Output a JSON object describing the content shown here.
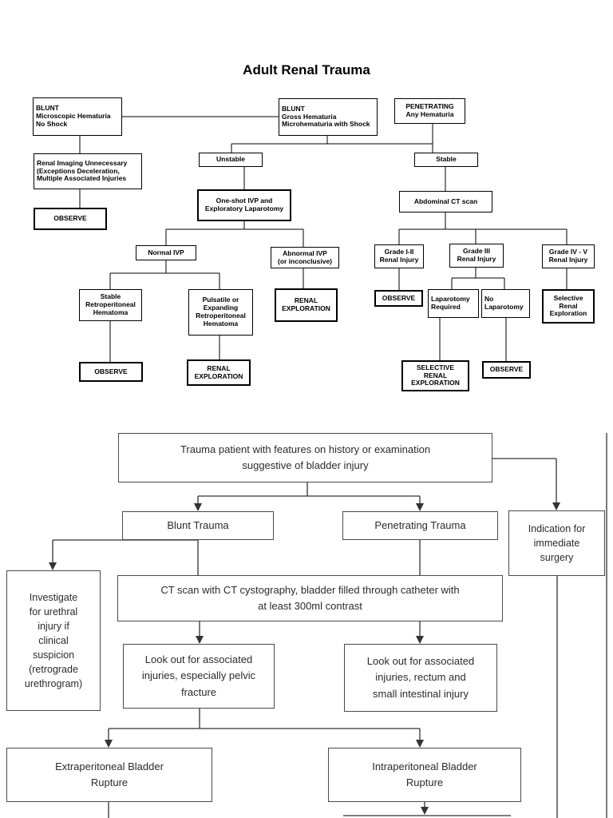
{
  "renal": {
    "title": "Adult Renal Trauma",
    "blunt_micro": {
      "lines": [
        "BLUNT",
        "Microscopic Hematuria",
        "No Shock"
      ]
    },
    "blunt_gross": {
      "lines": [
        "BLUNT",
        "Gross Hematuria",
        "Microhematuria with Shock"
      ]
    },
    "penetrating": {
      "lines": [
        "PENETRATING",
        "Any Hematuria"
      ]
    },
    "imaging_unnecessary": {
      "lines": [
        "Renal Imaging Unnecessary",
        "(Exceptions Deceleration,",
        "Multiple Associated Injuries"
      ]
    },
    "observe_1": "OBSERVE",
    "unstable": "Unstable",
    "stable": "Stable",
    "one_shot_ivp": {
      "lines": [
        "One-shot IVP and",
        "Exploratory Laparotomy"
      ]
    },
    "abdominal_ct": "Abdominal CT scan",
    "normal_ivp": "Normal IVP",
    "abnormal_ivp": {
      "lines": [
        "Abnormal IVP",
        "(or inconclusive)"
      ]
    },
    "grade_1_2": {
      "lines": [
        "Grade I-II",
        "Renal Injury"
      ]
    },
    "grade_3": {
      "lines": [
        "Grade III",
        "Renal Injury"
      ]
    },
    "grade_4_5": {
      "lines": [
        "Grade IV - V",
        "Renal Injury"
      ]
    },
    "stable_hematoma": {
      "lines": [
        "Stable",
        "Retroperitoneal",
        "Hematoma"
      ]
    },
    "pulsatile": {
      "lines": [
        "Pulsatile or",
        "Expanding",
        "Retroperitoneal",
        "Hematoma"
      ]
    },
    "renal_exploration_1": {
      "lines": [
        "RENAL",
        "EXPLORATION"
      ]
    },
    "observe_2": "OBSERVE",
    "laparotomy_required": {
      "lines": [
        "Laparotomy",
        "Required"
      ]
    },
    "no_laparotomy": {
      "lines": [
        "No",
        "Laparotomy"
      ]
    },
    "selective_renal_1": {
      "lines": [
        "Selective",
        "Renal",
        "Exploration"
      ]
    },
    "observe_3": "OBSERVE",
    "renal_exploration_2": {
      "lines": [
        "RENAL",
        "EXPLORATION"
      ]
    },
    "selective_renal_2": {
      "lines": [
        "SELECTIVE",
        "RENAL",
        "EXPLORATION"
      ]
    },
    "observe_4": "OBSERVE"
  },
  "bladder": {
    "top": {
      "lines": [
        "Trauma patient with features on history or examination",
        "suggestive of bladder injury"
      ]
    },
    "blunt": "Blunt Trauma",
    "penetrating": "Penetrating Trauma",
    "immediate_surgery": {
      "lines": [
        "Indication for",
        "immediate",
        "surgery"
      ]
    },
    "investigate": {
      "lines": [
        "Investigate",
        "for urethral",
        "injury if",
        "clinical",
        "suspicion",
        "(retrograde",
        "urethrogram)"
      ]
    },
    "ct_scan": {
      "lines": [
        "CT scan with CT cystography, bladder filled through catheter with",
        "at least 300ml contrast"
      ]
    },
    "look_out_blunt": {
      "lines": [
        "Look out for associated",
        "injuries, especially pelvic",
        "fracture"
      ]
    },
    "look_out_pen": {
      "lines": [
        "Look out for associated",
        "injuries, rectum and",
        "small intestinal injury"
      ]
    },
    "extraperitoneal": {
      "lines": [
        "Extraperitoneal Bladder",
        "Rupture"
      ]
    },
    "intraperitoneal": {
      "lines": [
        "Intraperitoneal Bladder",
        "Rupture"
      ]
    }
  }
}
